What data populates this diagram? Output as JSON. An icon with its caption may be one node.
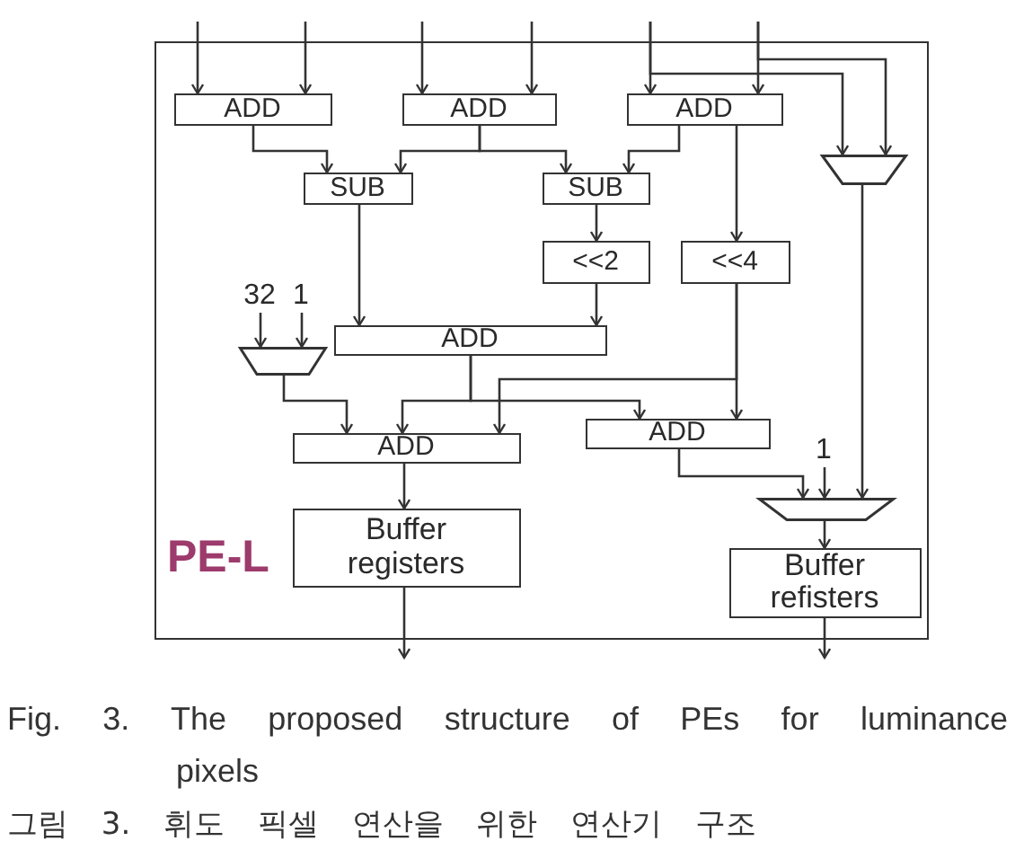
{
  "diagram": {
    "caption": "Fig. 3. The proposed structure of PEs for luminance pixels",
    "nodes": [
      {
        "text": [
          "PE-L"
        ]
      },
      {
        "text": [
          "ADD"
        ],
        "in": 0
      },
      {
        "text": [
          "ADD"
        ],
        "in": 0
      },
      {
        "text": [
          "ADD"
        ],
        "in": 0
      },
      {
        "text": [],
        "shape": "trapezoid",
        "in": 0
      },
      {
        "text": [
          "SUB"
        ],
        "in": 0
      },
      {
        "text": [
          "SUB"
        ],
        "in": 0
      },
      {
        "text": [
          "<<2"
        ],
        "in": 0
      },
      {
        "text": [
          "<<4"
        ],
        "in": 0
      },
      {
        "text": [
          "32"
        ],
        "in": 0
      },
      {
        "text": [
          "1"
        ],
        "in": 0
      },
      {
        "text": [
          "ADD"
        ],
        "in": 0
      },
      {
        "text": [],
        "shape": "trapezoid",
        "in": 0
      },
      {
        "text": [
          "ADD"
        ],
        "in": 0
      },
      {
        "text": [
          "ADD"
        ],
        "in": 0
      },
      {
        "text": [
          "1"
        ],
        "in": 0
      },
      {
        "text": [],
        "shape": "trapezoid",
        "in": 0
      },
      {
        "text": [
          "Buffer registers"
        ],
        "in": 0
      },
      {
        "text": [
          "Buffer refisters"
        ],
        "in": 0
      }
    ],
    "edges": [
      {
        "from": null,
        "to": 1,
        "arrow": "to"
      },
      {
        "from": null,
        "to": 1,
        "arrow": "to"
      },
      {
        "from": null,
        "to": 2,
        "arrow": "to"
      },
      {
        "from": null,
        "to": 2,
        "arrow": "to"
      },
      {
        "from": null,
        "to": 3,
        "arrow": "to"
      },
      {
        "from": null,
        "to": 3,
        "arrow": "to"
      },
      {
        "from": null,
        "to": 4,
        "arrow": "to"
      },
      {
        "from": null,
        "to": 4,
        "arrow": "to"
      },
      {
        "from": 1,
        "to": 5,
        "arrow": "to"
      },
      {
        "from": 2,
        "to": 5,
        "arrow": "to"
      },
      {
        "from": 2,
        "to": 6,
        "arrow": "to"
      },
      {
        "from": 3,
        "to": 6,
        "arrow": "to"
      },
      {
        "from": 3,
        "to": 8,
        "arrow": "to"
      },
      {
        "from": 5,
        "to": 11,
        "arrow": "to"
      },
      {
        "from": 6,
        "to": 7,
        "arrow": "to"
      },
      {
        "from": 7,
        "to": 11,
        "arrow": "to"
      },
      {
        "from": 9,
        "to": 12,
        "arrow": "to"
      },
      {
        "from": 10,
        "to": 12,
        "arrow": "to"
      },
      {
        "from": 12,
        "to": 13,
        "arrow": "to"
      },
      {
        "from": 11,
        "to": 13,
        "arrow": "to"
      },
      {
        "from": 11,
        "to": 14,
        "arrow": "to"
      },
      {
        "from": 8,
        "to": 13,
        "arrow": "to"
      },
      {
        "from": 8,
        "to": 14,
        "arrow": "to"
      },
      {
        "from": 14,
        "to": 16,
        "arrow": "to"
      },
      {
        "from": 15,
        "to": 16,
        "arrow": "to"
      },
      {
        "from": 4,
        "to": 16,
        "arrow": "to"
      },
      {
        "from": 16,
        "to": 18,
        "arrow": "to"
      },
      {
        "from": 13,
        "to": 17,
        "arrow": "to"
      },
      {
        "from": 17,
        "to": null,
        "arrow": "to"
      },
      {
        "from": 18,
        "to": null,
        "arrow": "to"
      }
    ],
    "labels": [
      "그림 3. 휘도 픽셀 연산을 위한 연산기 구조"
    ]
  }
}
